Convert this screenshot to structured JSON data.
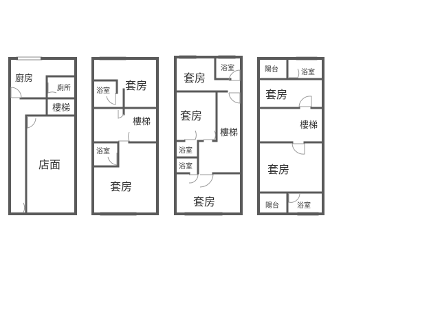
{
  "floors": [
    {
      "rooms": {
        "kitchen": "廚房",
        "toilet": "廁所",
        "stairs": "樓梯",
        "shop": "店面"
      }
    },
    {
      "rooms": {
        "bath1": "浴室",
        "suite1": "套房",
        "stairs": "樓梯",
        "bath2": "浴室",
        "suite2": "套房"
      }
    },
    {
      "rooms": {
        "suite1": "套房",
        "bath1": "浴室",
        "suite2": "套房",
        "stairs": "樓梯",
        "bath2": "浴室",
        "bath3": "浴室",
        "suite3": "套房"
      }
    },
    {
      "rooms": {
        "balcony1": "陽台",
        "bath1": "浴室",
        "suite1": "套房",
        "stairs": "樓梯",
        "suite2": "套房",
        "balcony2": "陽台",
        "bath2": "浴室"
      }
    }
  ],
  "colors": {
    "wall": "#5a5a5a",
    "door": "#999999"
  }
}
